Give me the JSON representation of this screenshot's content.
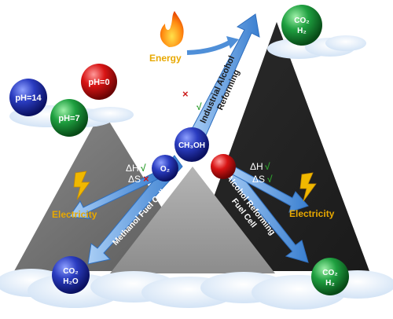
{
  "inputs": {
    "ph14": "pH=14",
    "ph7": "pH=7",
    "ph0": "pH=0",
    "energy": "Energy",
    "methanol": "CH₃OH",
    "oxygen": "O₂"
  },
  "products": {
    "top_line1": "CO₂",
    "top_line2": "H₂",
    "left_line1": "CO₂",
    "left_line2": "H₂O",
    "right_line1": "CO₂",
    "right_line2": "H₂"
  },
  "processes": {
    "industrial_line1": "Industrial Alcohol",
    "industrial_line2": "Reforming",
    "mfc": "Methanol Fuel Cell",
    "arfc_line1": "Alcohol Reforming",
    "arfc_line2": "Fuel Cell"
  },
  "outputs": {
    "left_electricity": "Electricity",
    "right_electricity": "Electricity"
  },
  "thermo": {
    "dh": "ΔH",
    "ds": "ΔS",
    "check": "√",
    "cross": "×"
  },
  "colors": {
    "blue_ball": "#1f2fa8",
    "green_ball": "#1f9a3a",
    "red_ball": "#d01010",
    "arrow_blue": "#4f8fd8",
    "electricity_yellow": "#f0b800",
    "check_green": "#2e9e2e",
    "cross_red": "#cc1a1a"
  }
}
